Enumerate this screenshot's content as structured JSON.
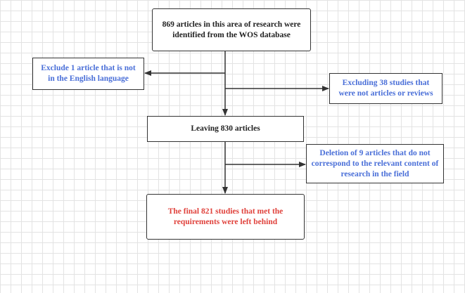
{
  "flowchart": {
    "start": {
      "text": "869 articles in this area of research were identified from the WOS database"
    },
    "exclude_language": {
      "text": "Exclude 1 article that is not in the English language"
    },
    "exclude_type": {
      "text": "Excluding 38 studies that were not articles or reviews"
    },
    "leaving": {
      "text": "Leaving 830 articles"
    },
    "deletion": {
      "text": "Deletion of 9 articles that do not correspond to the relevant content of research in the field"
    },
    "final": {
      "text": "The final 821 studies that met the requirements were left behind"
    }
  },
  "colors": {
    "default_text": "#222222",
    "exclusion_text": "#4a6fd8",
    "final_text": "#e0423c",
    "connector": "#333333",
    "grid": "#e3e3e3"
  }
}
